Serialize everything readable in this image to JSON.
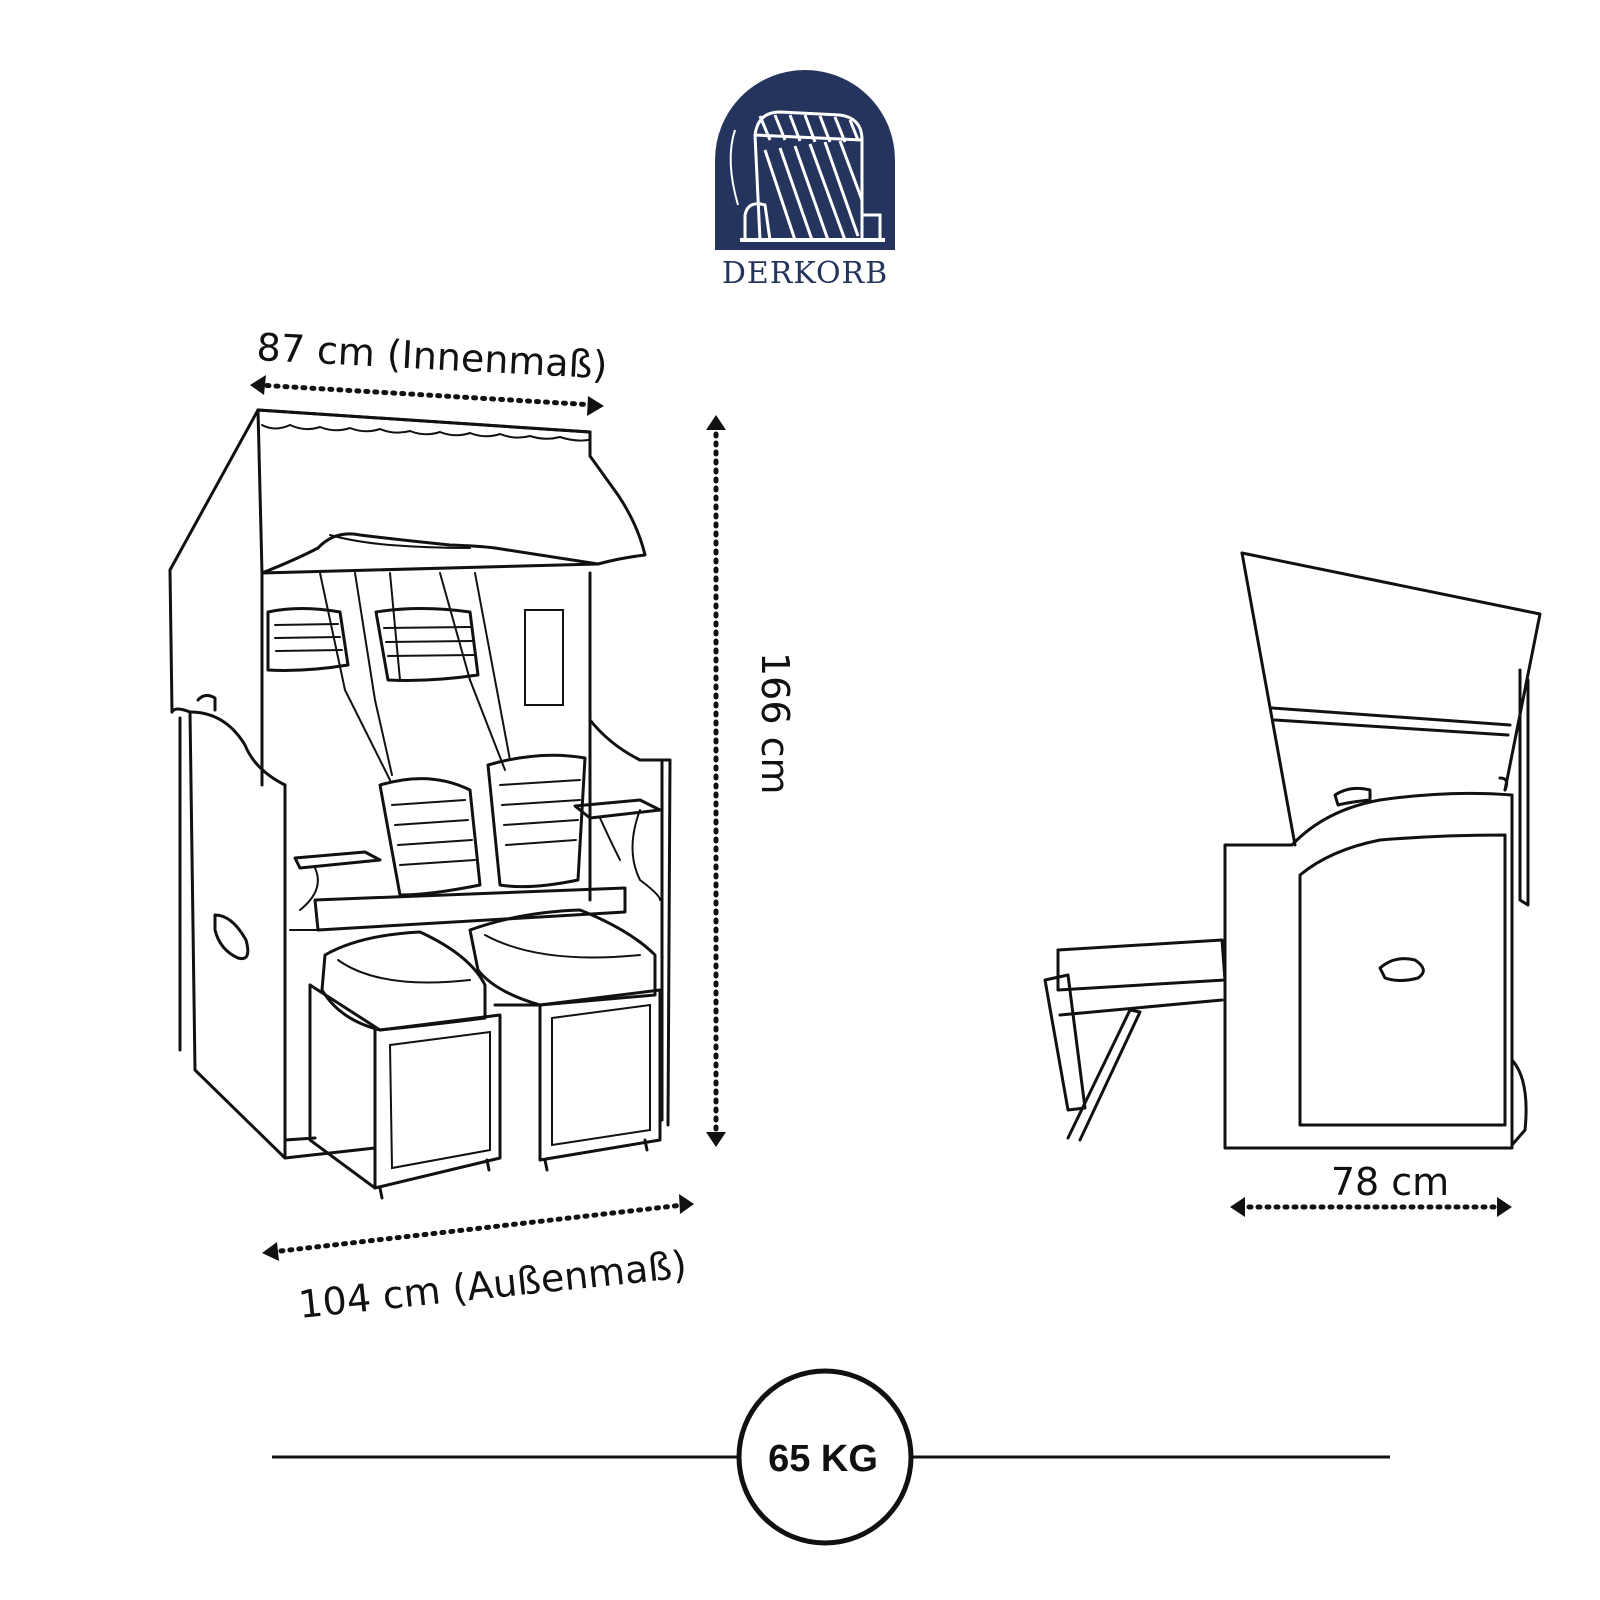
{
  "brand": {
    "name": "DERKORB",
    "logo_color": "#25345c"
  },
  "dimensions": {
    "inner_width": "87 cm (Innenmaß)",
    "outer_width": "104 cm (Außenmaß)",
    "height": "166 cm",
    "depth": "78 cm"
  },
  "weight": {
    "label": "65 KG"
  },
  "icons": [
    "beach-chair-logo-icon",
    "beach-chair-front-drawing",
    "beach-chair-side-drawing"
  ]
}
